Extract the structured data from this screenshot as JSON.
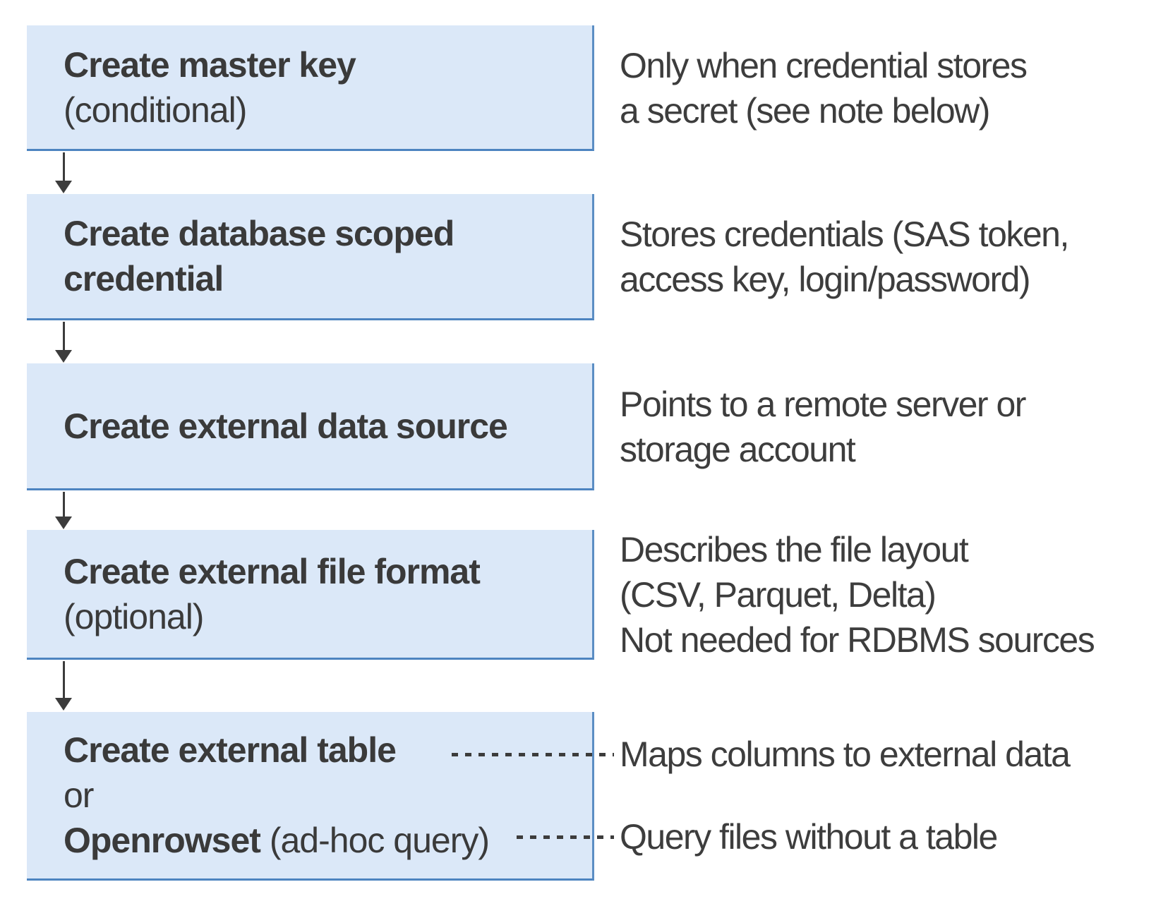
{
  "diagram": {
    "steps": [
      {
        "title": "Create master key",
        "qualifier": "(conditional)"
      },
      {
        "title": "Create database scoped",
        "title2": "credential"
      },
      {
        "title": "Create external data source"
      },
      {
        "title": "Create external file format",
        "qualifier": "(optional)"
      },
      {
        "title": "Create external table",
        "conjunction": "or",
        "alt_bold": "Openrowset",
        "alt_rest": " (ad-hoc query)"
      }
    ],
    "notes": [
      {
        "line1": "Only when credential stores",
        "line2": "a secret (see note below)"
      },
      {
        "line1": "Stores credentials (SAS token,",
        "line2": "access key, login/password)"
      },
      {
        "line1": "Points to a remote server or",
        "line2": "storage account"
      },
      {
        "line1": "Describes the file layout",
        "line2": "(CSV, Parquet, Delta)",
        "line3": "Not needed for RDBMS sources"
      },
      {
        "line1": "Maps columns to external data"
      },
      {
        "line1": "Query files without a table"
      }
    ],
    "colors": {
      "box_fill": "#dbe8f8",
      "box_border": "#4d84c0",
      "text": "#3a3a3a",
      "connector": "#3c3c3c"
    }
  }
}
